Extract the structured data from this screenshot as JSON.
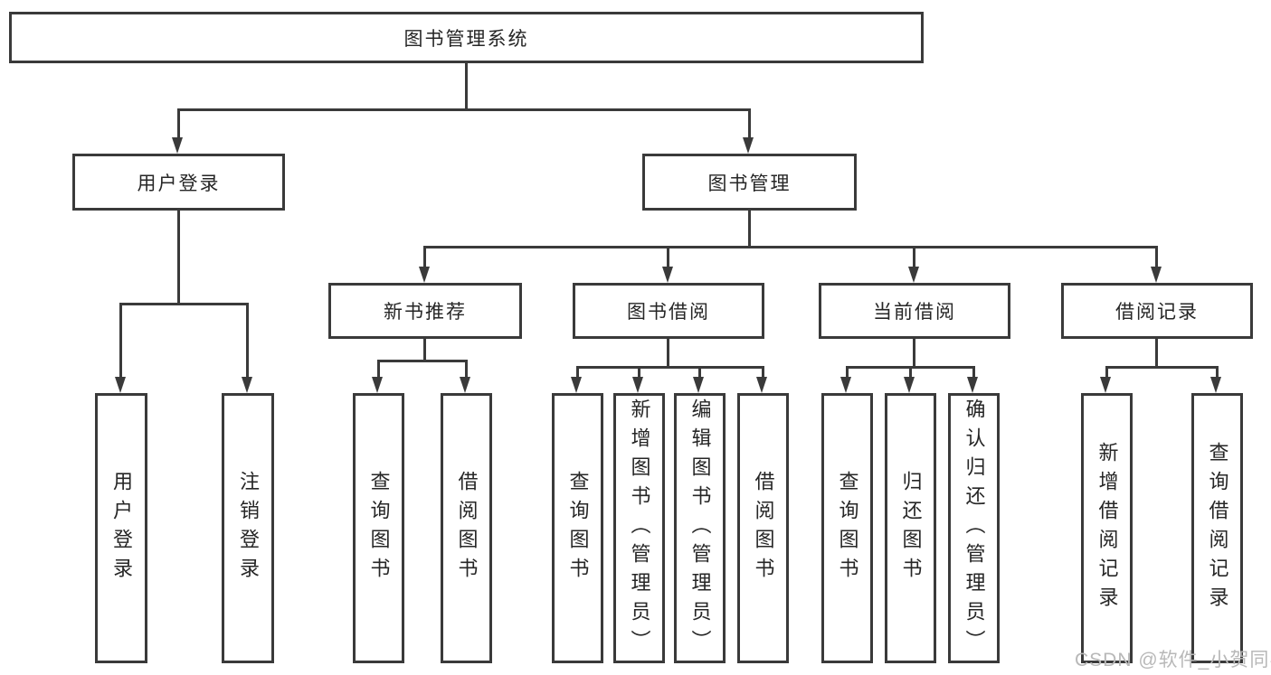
{
  "diagram": {
    "root": {
      "label": "图书管理系统"
    },
    "branches": [
      {
        "id": "user-login",
        "label": "用户登录",
        "children": [
          "用户登录",
          "注销登录"
        ]
      },
      {
        "id": "book-management",
        "label": "图书管理",
        "sections": [
          {
            "label": "新书推荐",
            "children": [
              "查询图书",
              "借阅图书"
            ]
          },
          {
            "label": "图书借阅",
            "children": [
              "查询图书",
              "新增图书（管理员）",
              "编辑图书（管理员）",
              "借阅图书"
            ]
          },
          {
            "label": "当前借阅",
            "children": [
              "查询图书",
              "归还图书",
              "确认归还（管理员）"
            ]
          },
          {
            "label": "借阅记录",
            "children": [
              "新增借阅记录",
              "查询借阅记录"
            ]
          }
        ]
      }
    ]
  },
  "watermark": {
    "text": "CSDN @软件_小贺同学"
  },
  "colors": {
    "line": "#3a3a3a",
    "text": "#262626",
    "watermark": "#b8b8b8",
    "background": "#ffffff"
  }
}
